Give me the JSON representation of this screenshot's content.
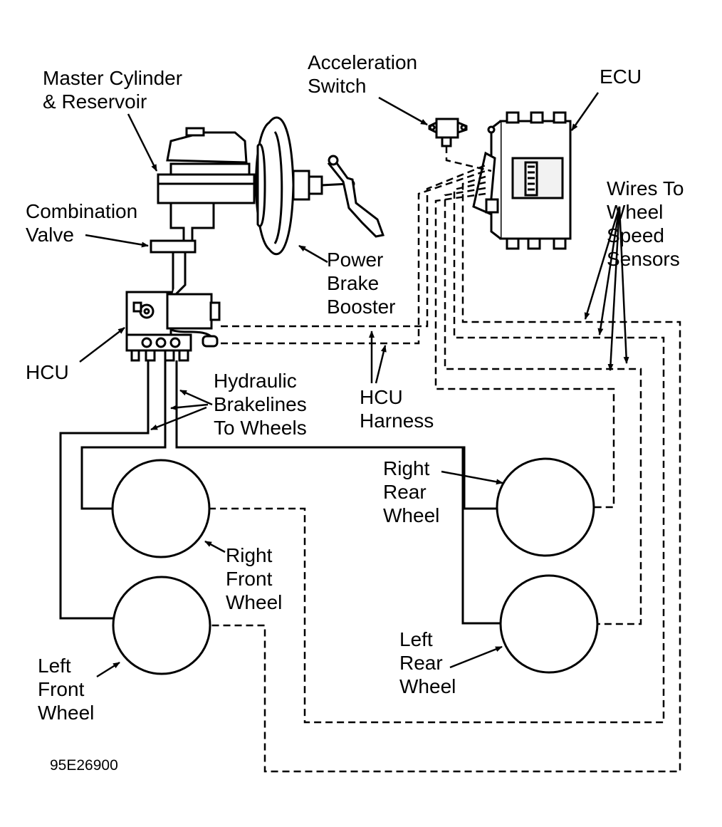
{
  "labels": {
    "master_cylinder": [
      "Master Cylinder",
      "& Reservoir"
    ],
    "acceleration_switch": [
      "Acceleration",
      "Switch"
    ],
    "ecu": [
      "ECU"
    ],
    "combination_valve": [
      "Combination",
      "Valve"
    ],
    "wires_to_sensors": [
      "Wires To",
      "Wheel",
      "Speed",
      "Sensors"
    ],
    "power_brake_booster": [
      "Power",
      "Brake",
      "Booster"
    ],
    "hcu": [
      "HCU"
    ],
    "hydraulic_brakelines": [
      "Hydraulic",
      "Brakelines",
      "To Wheels"
    ],
    "hcu_harness": [
      "HCU",
      "Harness"
    ],
    "right_rear_wheel": [
      "Right",
      "Rear",
      "Wheel"
    ],
    "right_front_wheel": [
      "Right",
      "Front",
      "Wheel"
    ],
    "left_rear_wheel": [
      "Left",
      "Rear",
      "Wheel"
    ],
    "left_front_wheel": [
      "Left",
      "Front",
      "Wheel"
    ]
  },
  "figure_number": "95E26900",
  "colors": {
    "ink": "#000000",
    "paper": "#ffffff",
    "module_fill": "#f2f2f2"
  }
}
